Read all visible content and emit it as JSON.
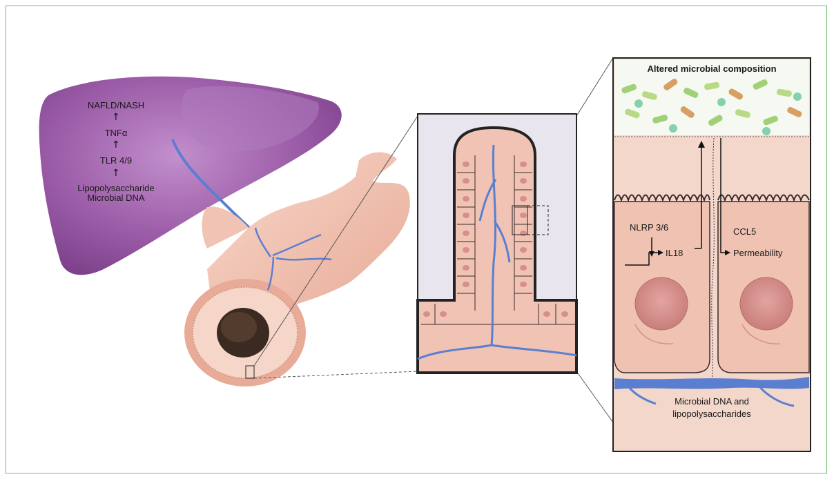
{
  "liver_cascade": {
    "top": "NAFLD/NASH",
    "second": "TNFα",
    "third": "TLR 4/9",
    "bottom_line1": "Lipopolysaccharide",
    "bottom_line2": "Microbial DNA"
  },
  "detail_panel": {
    "title": "Altered microbial composition",
    "nlrp": "NLRP 3/6",
    "il18": "IL18",
    "ccl5": "CCL5",
    "permeability": "Permeability",
    "bottom_line1": "Microbial DNA and",
    "bottom_line2": "lipopolysaccharides"
  },
  "colors": {
    "liver": "#9a5aa6",
    "vessel": "#5b7fd0",
    "tissue": "#f0c3b4",
    "frame": "#6dbb6a"
  }
}
